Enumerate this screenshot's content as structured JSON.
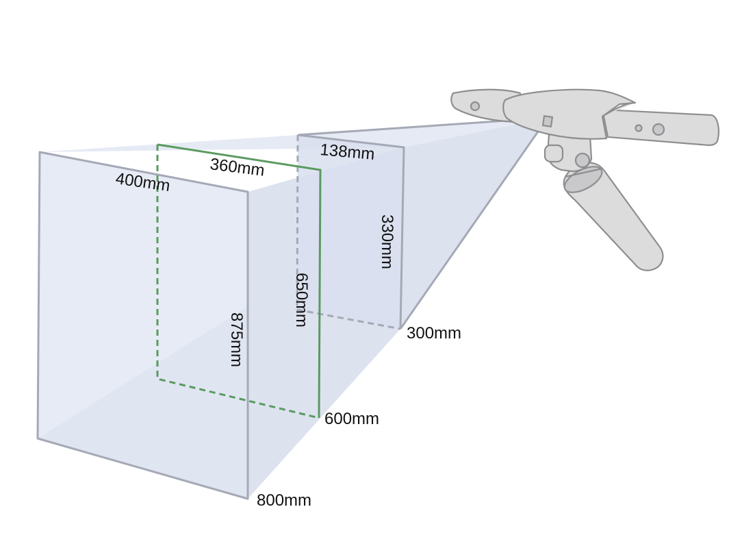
{
  "colors": {
    "frustum_fill": "#dfe4f1",
    "frame_stroke": "#a5a9b6",
    "mid_plane_stroke": "#5a9a60",
    "scanner_body": "#dcdcdd",
    "scanner_outline": "#8e8e90"
  },
  "labels": {
    "near_width": "138mm",
    "near_height": "330mm",
    "near_distance": "300mm",
    "mid_width": "360mm",
    "mid_height": "650mm",
    "mid_distance": "600mm",
    "far_width": "400mm",
    "far_height": "875mm",
    "far_distance": "800mm"
  },
  "icons": {
    "scanner": "handheld-3d-scanner-icon"
  }
}
